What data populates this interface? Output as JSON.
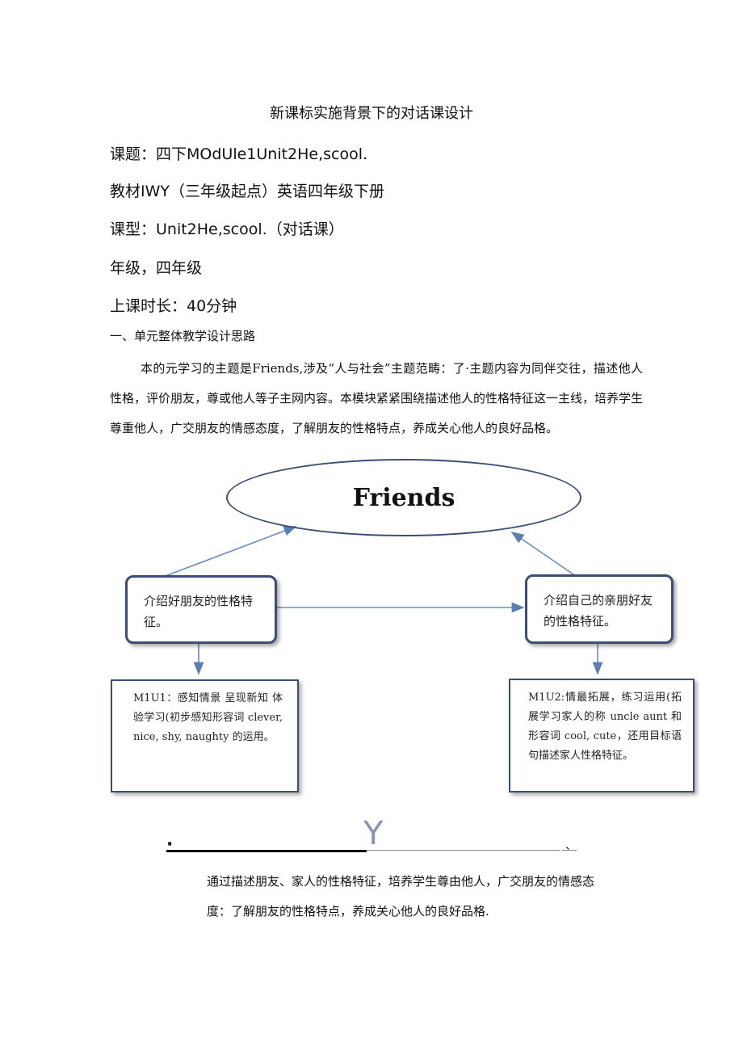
{
  "document": {
    "title": "新课标实施背景下的对话课设计",
    "meta": [
      "课题：四下MOdUle1Unit2He,scool.",
      "教材IWY（三年级起点）英语四年级下册",
      "课型：Unit2He,scool.（对话课）",
      "年级，四年级",
      "上课时长：40分钟"
    ],
    "section1_heading": "一、单元整体教学设计思路",
    "section1_paragraph": "本的元学习的主题是Friends,涉及“人与社会”主题范畴：了·主题内容为同伴交往，描述他人性格，评价朋友，尊或他人等子主网内容。本模块紧紧围绕描述他人的性格特征这一主线，培养学生尊重他人，广交朋友的情感态度，了解朋友的性格特点，养成关心他人的良好品格。"
  },
  "diagram": {
    "center": "Friends",
    "left_box": "介绍好朋友的性格特征。",
    "right_box": "介绍自己的亲朋好友的性格特征。",
    "left_detail": "M1U1：感知情景 呈现新知 体验学习(初步感知形容词 clever, nice, shy, naughty 的运用。",
    "right_detail": "M1U2:情最拓展，练习运用(拓展学习家人的称 uncle aunt 和形容词 cool, cute，还用目标语句描述家人性格特征。"
  },
  "separator": {
    "dot": "·",
    "mark": "Y",
    "comma": "、"
  },
  "summary": "通过描述朋友、家人的性格特征，培养学生尊由他人，广交朋友的情感态度：了解朋友的性格特点，养成关心他人的良好品格."
}
